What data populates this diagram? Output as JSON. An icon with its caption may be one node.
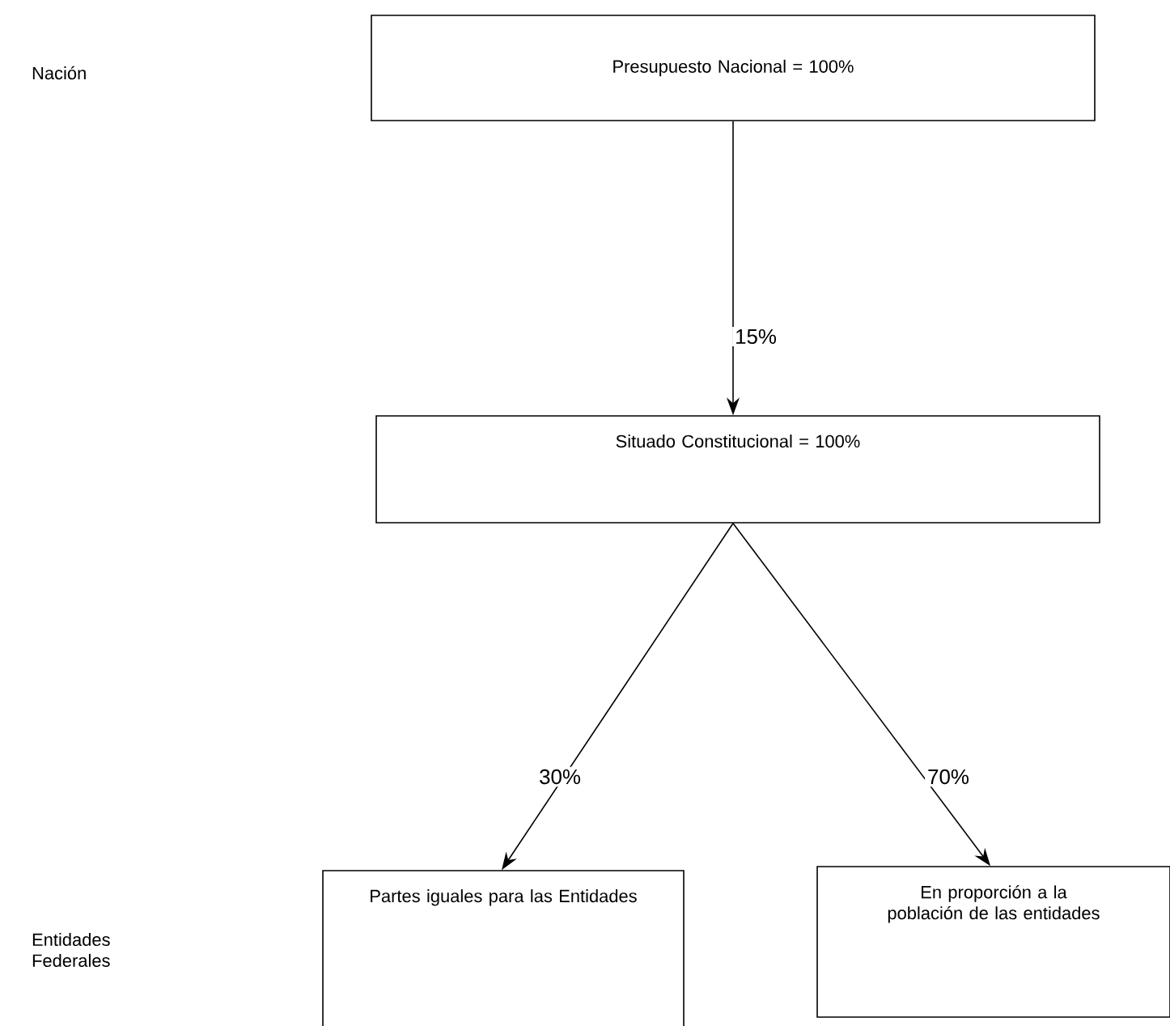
{
  "diagram": {
    "nodes": [
      {
        "text": [
          "Presupuesto Nacional = 100%"
        ]
      },
      {
        "text": [
          "Situado Constitucional = 100%"
        ]
      },
      {
        "text": [
          "Partes iguales para las Entidades"
        ]
      },
      {
        "text": [
          "En proporción a la población de las entidades"
        ]
      }
    ],
    "edges": [
      {
        "from": 0,
        "to": 1,
        "arrow": "to",
        "label": "15%"
      },
      {
        "from": 1,
        "to": 2,
        "arrow": "to",
        "label": "30%"
      },
      {
        "from": 1,
        "to": 3,
        "arrow": "to",
        "label": "70%"
      }
    ],
    "labels": [
      "Nación",
      "Entidades Federales"
    ]
  }
}
